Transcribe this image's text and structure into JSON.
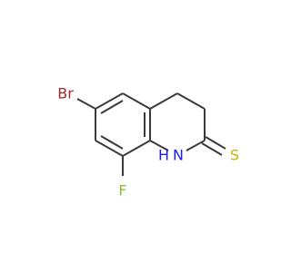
{
  "molecule": {
    "atoms": {
      "bromine": "Br",
      "fluorine": "F",
      "nitrogen": "N",
      "nitrogen_hydrogen": "H",
      "sulfur": "S"
    },
    "colors": {
      "bond": "#3a3a3a",
      "bromine": "#a52a2a",
      "fluorine": "#8fbc3f",
      "nitrogen": "#1a1aff",
      "sulfur": "#c8b400"
    }
  }
}
